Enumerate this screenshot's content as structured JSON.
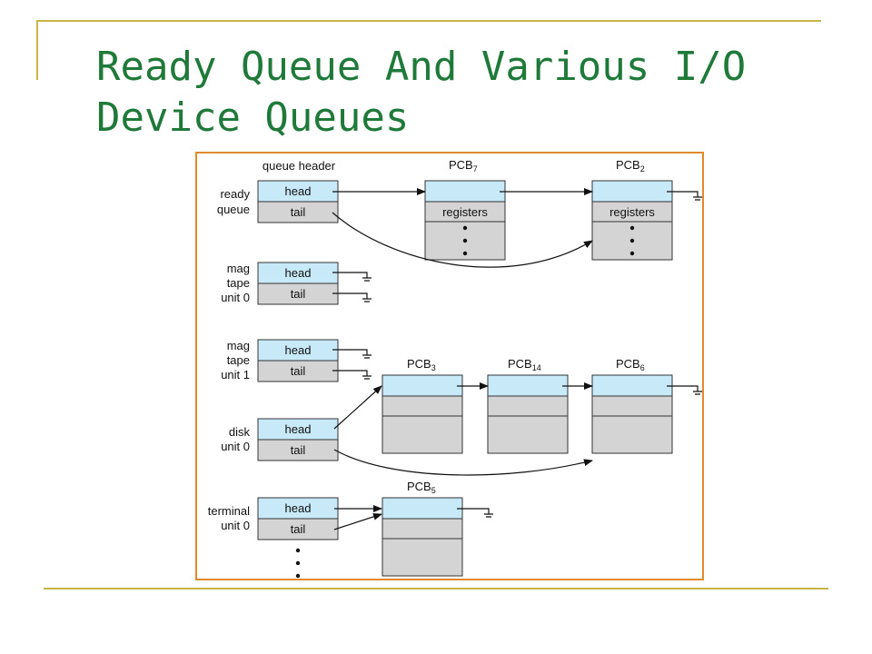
{
  "title": {
    "line1": "Ready Queue And Various I/O",
    "line2": "Device Queues"
  },
  "diagram": {
    "column_header": "queue header",
    "head_label": "head",
    "tail_label": "tail",
    "registers_label": "registers",
    "queues": [
      {
        "id": "ready-queue",
        "label_lines": [
          "ready",
          "queue"
        ]
      },
      {
        "id": "mag-tape-unit-0",
        "label_lines": [
          "mag",
          "tape",
          "unit 0"
        ]
      },
      {
        "id": "mag-tape-unit-1",
        "label_lines": [
          "mag",
          "tape",
          "unit 1"
        ]
      },
      {
        "id": "disk-unit-0",
        "label_lines": [
          "disk",
          "unit 0"
        ]
      },
      {
        "id": "terminal-unit-0",
        "label_lines": [
          "terminal",
          "unit 0"
        ]
      }
    ],
    "pcbs": [
      {
        "id": "pcb-7",
        "name": "PCB",
        "sub": "7"
      },
      {
        "id": "pcb-2",
        "name": "PCB",
        "sub": "2"
      },
      {
        "id": "pcb-3",
        "name": "PCB",
        "sub": "3"
      },
      {
        "id": "pcb-14",
        "name": "PCB",
        "sub": "14"
      },
      {
        "id": "pcb-6",
        "name": "PCB",
        "sub": "6"
      },
      {
        "id": "pcb-5",
        "name": "PCB",
        "sub": "5"
      }
    ],
    "colors": {
      "pointer_field": "#c7e9f8",
      "body": "#d4d4d4",
      "frame": "#e08a2c",
      "title": "#1f7a3a"
    }
  }
}
